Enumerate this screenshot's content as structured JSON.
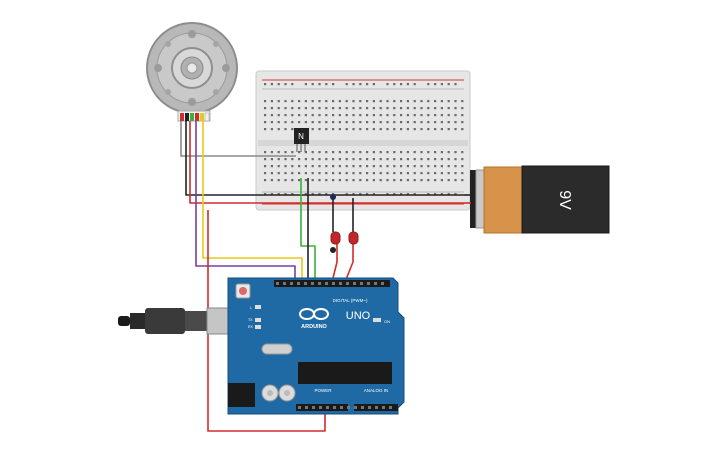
{
  "battery": {
    "label": "9V",
    "body_color": "#2b2b2b",
    "cap_color": "#d8934a"
  },
  "transistor": {
    "label": "N"
  },
  "arduino": {
    "logo_text": "ARDUINO",
    "model": "UNO",
    "on_label": "ON",
    "digital_label": "DIGITAL (PWM~)",
    "power_label": "POWER",
    "analog_label": "ANALOG IN",
    "tx_label": "TX",
    "rx_label": "RX",
    "l_label": "L",
    "board_color": "#1f6aa5"
  },
  "wire_colors": {
    "red": "#d42b2b",
    "black": "#222222",
    "green": "#3bb03b",
    "yellow": "#e8c81a",
    "purple": "#7a3fa0",
    "gray": "#8a8a8a"
  },
  "components": {
    "motor": "encoder-motor",
    "leds": "red-leds",
    "breadboard": "half-breadboard"
  }
}
